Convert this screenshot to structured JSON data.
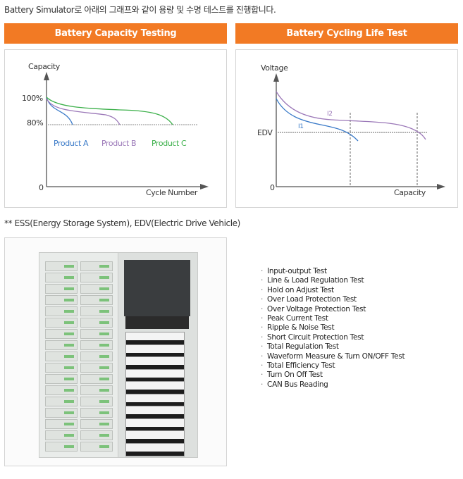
{
  "intro": "Battery Simulator로 아래의 그래프와 같이 용량 및 수명 테스트를 진행합니다.",
  "capacity_chart": {
    "title": "Battery Capacity Testing",
    "ylabel": "Capacity",
    "xlabel": "Cycle Number",
    "tick_100": "100%",
    "tick_80": "80%",
    "origin": "0",
    "products": [
      {
        "label": "Product A",
        "color": "#3a7ac8"
      },
      {
        "label": "Product B",
        "color": "#9b78b8"
      },
      {
        "label": "Product C",
        "color": "#3cb04a"
      }
    ]
  },
  "cycling_chart": {
    "title": "Battery Cycling Life Test",
    "ylabel": "Voltage",
    "xlabel": "Capacity",
    "edv": "EDV",
    "origin": "0",
    "series": [
      {
        "label": "I1",
        "color": "#3a7ac8"
      },
      {
        "label": "I2",
        "color": "#9b78b8"
      }
    ]
  },
  "note": "** ESS(Energy Storage System), EDV(Electric Drive Vehicle)",
  "tests": [
    "Input-output Test",
    "Line & Load Regulation Test",
    "Hold on Adjust Test",
    "Over Load Protection Test",
    "Over Voltage Protection Test",
    "Peak Current Test",
    "Ripple & Noise Test",
    "Short Circuit Protection Test",
    "Total Regulation Test",
    "Waveform Measure & Turn ON/OFF Test",
    "Total Efficiency Test",
    "Turn On Off Test",
    "CAN Bus Reading"
  ]
}
